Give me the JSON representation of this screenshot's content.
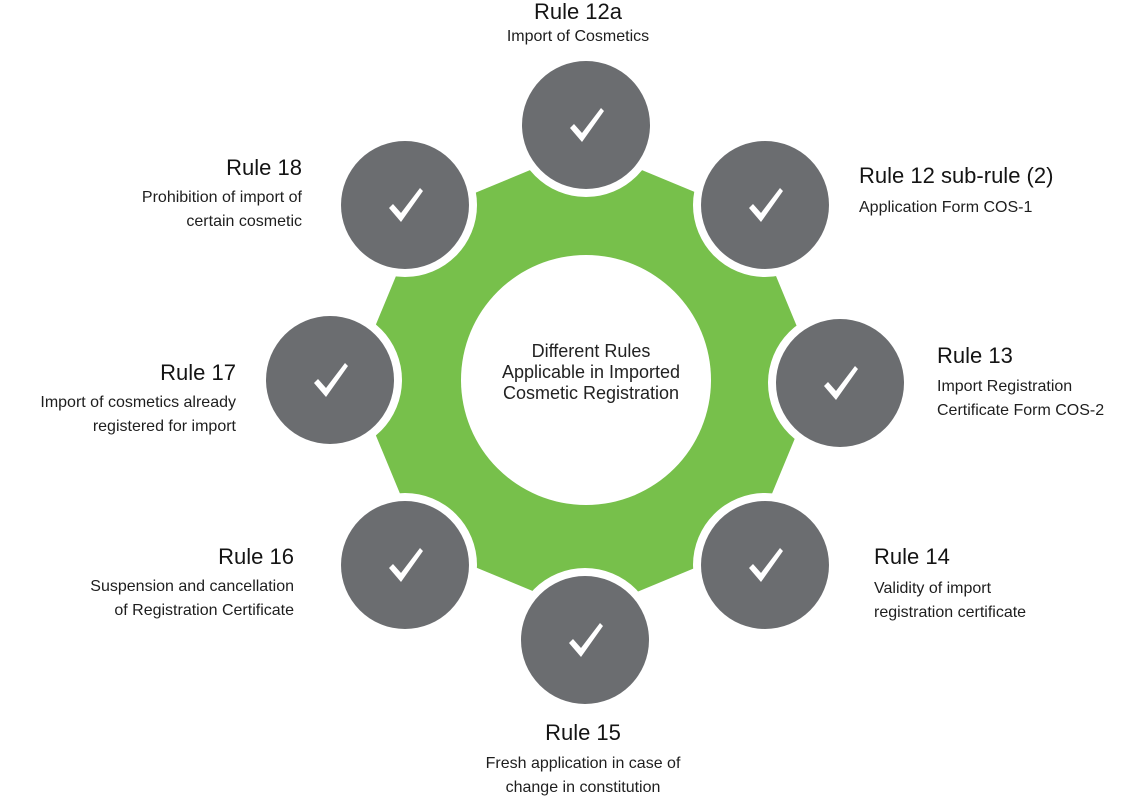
{
  "center": {
    "lines": [
      "Different Rules",
      "Applicable in Imported",
      "Cosmetic Registration"
    ]
  },
  "colors": {
    "gear": "#77c04b",
    "node": "#6b6d70",
    "check": "#ffffff"
  },
  "rules": [
    {
      "title": "Rule 12a",
      "desc": [
        "Import of Cosmetics"
      ]
    },
    {
      "title": "Rule 12 sub-rule (2)",
      "desc": [
        "Application Form COS-1"
      ]
    },
    {
      "title": "Rule 13",
      "desc": [
        "Import Registration",
        "Certificate Form COS-2"
      ]
    },
    {
      "title": "Rule 14",
      "desc": [
        "Validity of import",
        "registration certificate"
      ]
    },
    {
      "title": "Rule 15",
      "desc": [
        "Fresh application in case of",
        "change in constitution"
      ]
    },
    {
      "title": "Rule 16",
      "desc": [
        "Suspension and cancellation",
        "of Registration Certificate"
      ]
    },
    {
      "title": "Rule 17",
      "desc": [
        "Import of cosmetics already",
        "registered for import"
      ]
    },
    {
      "title": "Rule 18",
      "desc": [
        "Prohibition of import of",
        "certain cosmetic"
      ]
    }
  ]
}
